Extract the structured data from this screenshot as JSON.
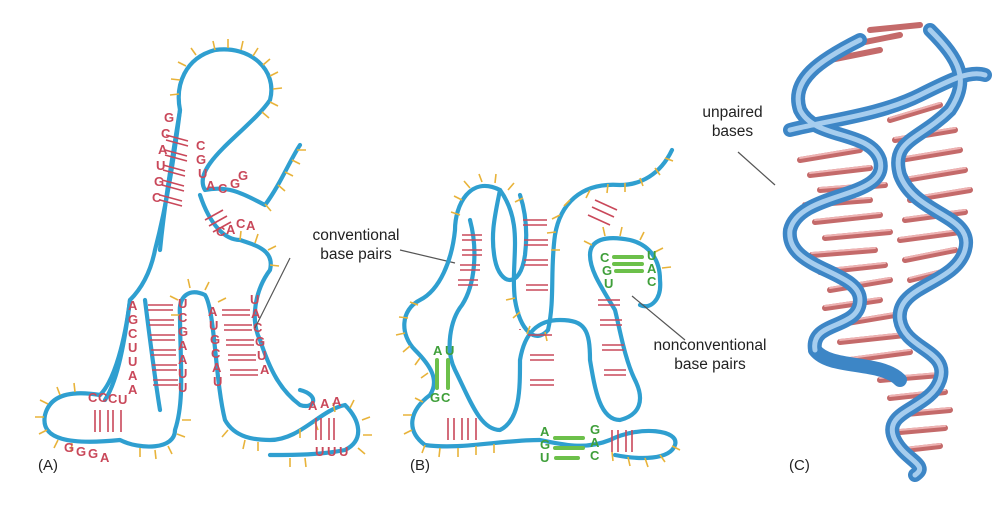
{
  "labels": {
    "panel_a": "(A)",
    "panel_b": "(B)",
    "panel_c": "(C)",
    "conventional_1": "conventional",
    "conventional_2": "base pairs",
    "nonconventional_1": "nonconventional",
    "nonconventional_2": "base pairs",
    "unpaired_1": "unpaired",
    "unpaired_2": "bases"
  },
  "panel_a_bases": {
    "stem1_left": [
      "G",
      "C",
      "A",
      "U",
      "G",
      "C"
    ],
    "stem1_right": [
      "C",
      "G",
      "U",
      "A",
      "C",
      "G"
    ],
    "loop_right": [
      "G",
      "C",
      "A",
      "C",
      "A"
    ],
    "stem2_left": [
      "A",
      "G",
      "C",
      "U",
      "U",
      "A",
      "A"
    ],
    "stem2_mid": [
      "U",
      "C",
      "G",
      "A",
      "A",
      "U",
      "U"
    ],
    "stem3_left": [
      "A",
      "U",
      "G",
      "C",
      "A",
      "U"
    ],
    "stem3_right": [
      "U",
      "A",
      "C",
      "G",
      "U",
      "A"
    ],
    "foot_left_top": [
      "C",
      "C",
      "C",
      "U"
    ],
    "foot_left_bottom": [
      "G",
      "G",
      "G",
      "A"
    ],
    "foot_right_top": [
      "A",
      "A",
      "A"
    ],
    "foot_right_bottom": [
      "U",
      "U",
      "U"
    ]
  },
  "panel_b_bases": {
    "pair1": [
      "C",
      "G",
      "U"
    ],
    "pair1b": [
      "U",
      "A",
      "C"
    ],
    "pair2": [
      "A",
      "U"
    ],
    "pair3": [
      "G",
      "C"
    ],
    "pair4": [
      "A",
      "G",
      "U"
    ],
    "pair4b": [
      "G",
      "A",
      "C"
    ]
  },
  "colors": {
    "backbone": "#2f9fd0",
    "base_tick": "#e8b33a",
    "base_pair": "#c9485a",
    "nonconventional": "#6cc04a",
    "ribbon": "#3d86c6",
    "base_stick": "#c46a6a"
  }
}
